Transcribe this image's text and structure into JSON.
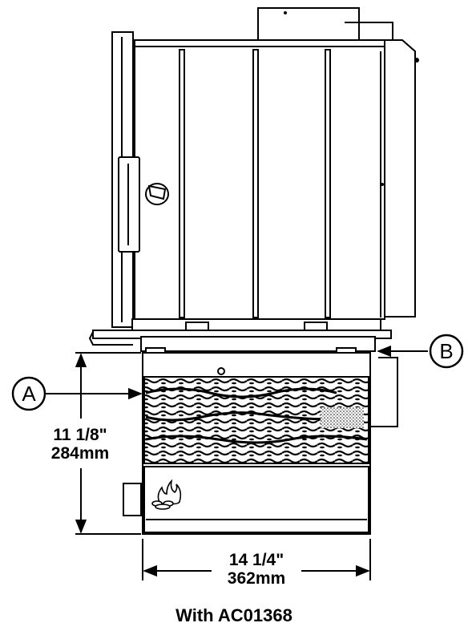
{
  "callouts": {
    "a": "A",
    "b": "B"
  },
  "dimensions": {
    "height_imperial": "11 1/8\"",
    "height_metric": "284mm",
    "width_imperial": "14 1/4\"",
    "width_metric": "362mm"
  },
  "caption": "With AC01368",
  "icons": {
    "flame_logo": "flame-logo-icon"
  }
}
